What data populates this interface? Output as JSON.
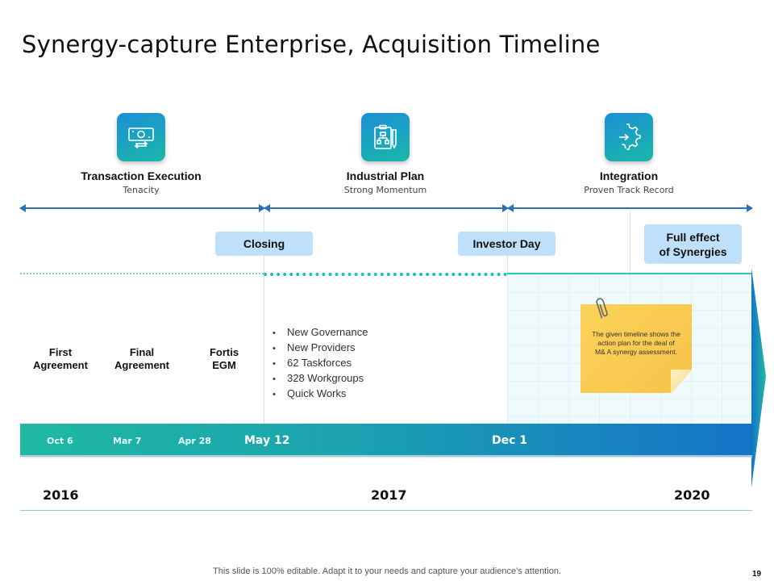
{
  "title": "Synergy-capture Enterprise, Acquisition Timeline",
  "phases": [
    {
      "name": "Transaction Execution",
      "sub": "Tenacity",
      "icon": "money-exchange-icon"
    },
    {
      "name": "Industrial Plan",
      "sub": "Strong Momentum",
      "icon": "clipboard-plan-icon"
    },
    {
      "name": "Integration",
      "sub": "Proven Track Record",
      "icon": "gear-integration-icon"
    }
  ],
  "milestones": {
    "closing": "Closing",
    "investor_day": "Investor Day",
    "full_effect_line1": "Full effect",
    "full_effect_line2": "of Synergies"
  },
  "events": [
    {
      "line1": "First",
      "line2": "Agreement"
    },
    {
      "line1": "Final",
      "line2": "Agreement"
    },
    {
      "line1": "Fortis",
      "line2": "EGM"
    }
  ],
  "bullets": [
    "New Governance",
    "New Providers",
    "62 Taskforces",
    "328 Workgroups",
    "Quick Works"
  ],
  "note": "The given timeline shows the action plan for the deal of M& A synergy assessment.",
  "dates": [
    "Oct 6",
    "Mar 7",
    "Apr 28",
    "May 12",
    "Dec 1"
  ],
  "years": [
    "2016",
    "2017",
    "2020"
  ],
  "footer": "This slide is 100% editable. Adapt it to your needs and capture your audience's attention.",
  "page_number": "19",
  "colors": {
    "accent_teal": "#1ab8a8",
    "accent_blue": "#1474c8",
    "milestone_bg": "#bfe0fa",
    "note_yellow": "#f8c248"
  }
}
